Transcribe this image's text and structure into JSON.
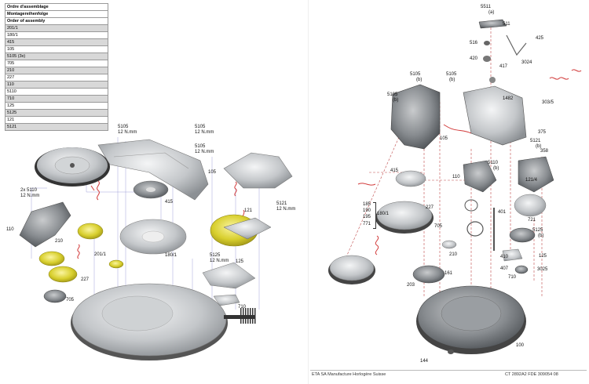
{
  "assembly_table": {
    "headers": [
      "Ordre d'assemblage",
      "Montagereihenfolge",
      "Order of assembly"
    ],
    "rows": [
      "201/1",
      "180/1",
      "415",
      "105",
      "5105 (3x)",
      "705",
      "210",
      "227",
      "110",
      "5110",
      "710",
      "125",
      "5125",
      "121",
      "5121"
    ]
  },
  "left_labels": {
    "p5105a": "5105",
    "p5105a_t": "12 N.mm",
    "p5105b": "5105",
    "p5105b_t": "12 N.mm",
    "p5105c": "5105",
    "p5105c_t": "12 N.mm",
    "p105": "105",
    "p415": "415",
    "p5110": "2x 5110",
    "p5110_t": "12 N.mm",
    "p110": "110",
    "p210": "210",
    "p201": "201/1",
    "p227": "227",
    "p705": "705",
    "p180": "180/1",
    "p121": "121",
    "p5121": "5121",
    "p5121_t": "12 N.mm",
    "p5125": "5125",
    "p5125_t": "12 N.mm",
    "p125": "125",
    "p710": "710"
  },
  "right_labels": {
    "r5511": "5511",
    "r5511a": "(a)",
    "r511": "511",
    "r516": "516",
    "r425": "425",
    "r420": "420",
    "r417": "417",
    "r3024": "3024",
    "r5105a": "5105",
    "r5105a_b": "(b)",
    "r5105b": "5105",
    "r5105b_b": "(b)",
    "r5105c": "5105",
    "r5105c_b": "(b)",
    "r1482": "1482",
    "r303": "303/5",
    "r375": "375",
    "r5121": "5121",
    "r5121_b": "(b)",
    "r358": "358",
    "r105": "105",
    "r415": "415",
    "r5110": "5110",
    "r5110_b": "(b)",
    "r110": "110",
    "r121": "121/4",
    "r227": "227",
    "r185": "185",
    "r190": "190",
    "r195": "195",
    "r771": "771",
    "r180": "180/1",
    "r401": "401",
    "r721": "721",
    "r705": "705",
    "r5125": "5125",
    "r5125_b": "(b)",
    "r210": "210",
    "r410": "410",
    "r125": "125",
    "r407": "407",
    "r3025": "3025",
    "r161": "161",
    "r710": "710",
    "r203": "203",
    "r100": "100",
    "r144": "144"
  },
  "footer": {
    "left": "ETA SA Manufacture Horlogère Suisse",
    "right": "CT 2892A2 FDE 309054 08"
  },
  "colors": {
    "metal": "#b9bcbe",
    "metal_dark": "#6e7276",
    "gold": "#d8cf2e",
    "red_line": "#d23a3a",
    "dash": "#c04a4a",
    "guide": "#8b8bd0"
  }
}
